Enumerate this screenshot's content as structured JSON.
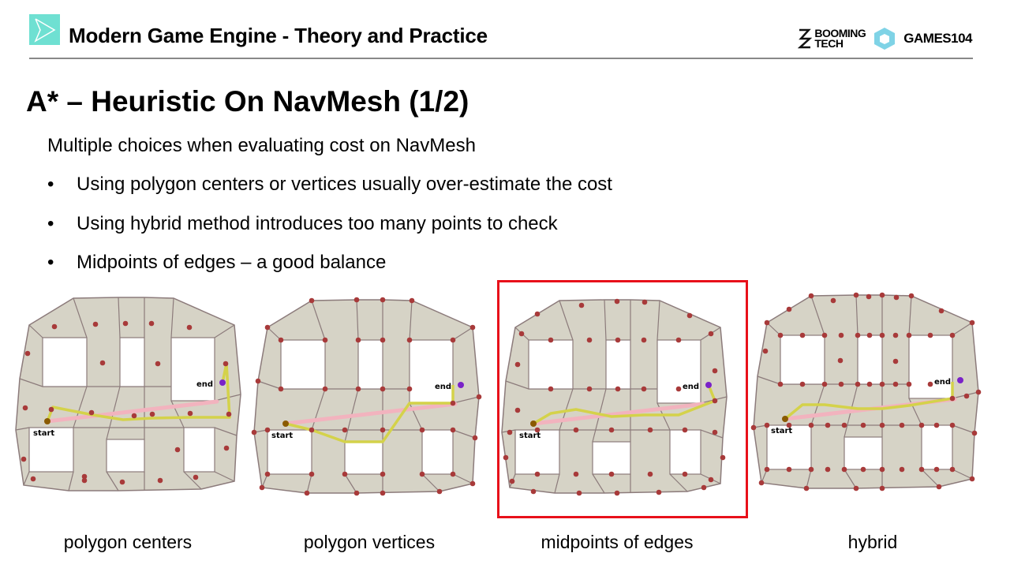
{
  "header": {
    "title": "Modern Game Engine - Theory and Practice",
    "brand_booming": "BOOMING",
    "brand_tech": "TECH",
    "brand_games": "GAMES104"
  },
  "slide": {
    "title": "A* – Heuristic On NavMesh (1/2)",
    "intro": "Multiple choices when evaluating cost on NavMesh",
    "bullets": [
      "Using polygon centers or vertices usually over-estimate the cost",
      "Using hybrid method introduces too many points to check",
      "Midpoints of edges – a good balance"
    ]
  },
  "figures": [
    {
      "caption": "polygon centers",
      "start_label": "start",
      "end_label": "end"
    },
    {
      "caption": "polygon vertices",
      "start_label": "start",
      "end_label": "end"
    },
    {
      "caption": "midpoints of edges",
      "start_label": "start",
      "end_label": "end",
      "highlighted": true
    },
    {
      "caption": "hybrid",
      "start_label": "start",
      "end_label": "end"
    }
  ],
  "colors": {
    "accent": "#6fe0d2",
    "highlight": "#e8101a",
    "mesh": "#d6d3c6",
    "point": "#a83a3a",
    "path": "#d4d24a",
    "direct": "#f2b3be"
  }
}
